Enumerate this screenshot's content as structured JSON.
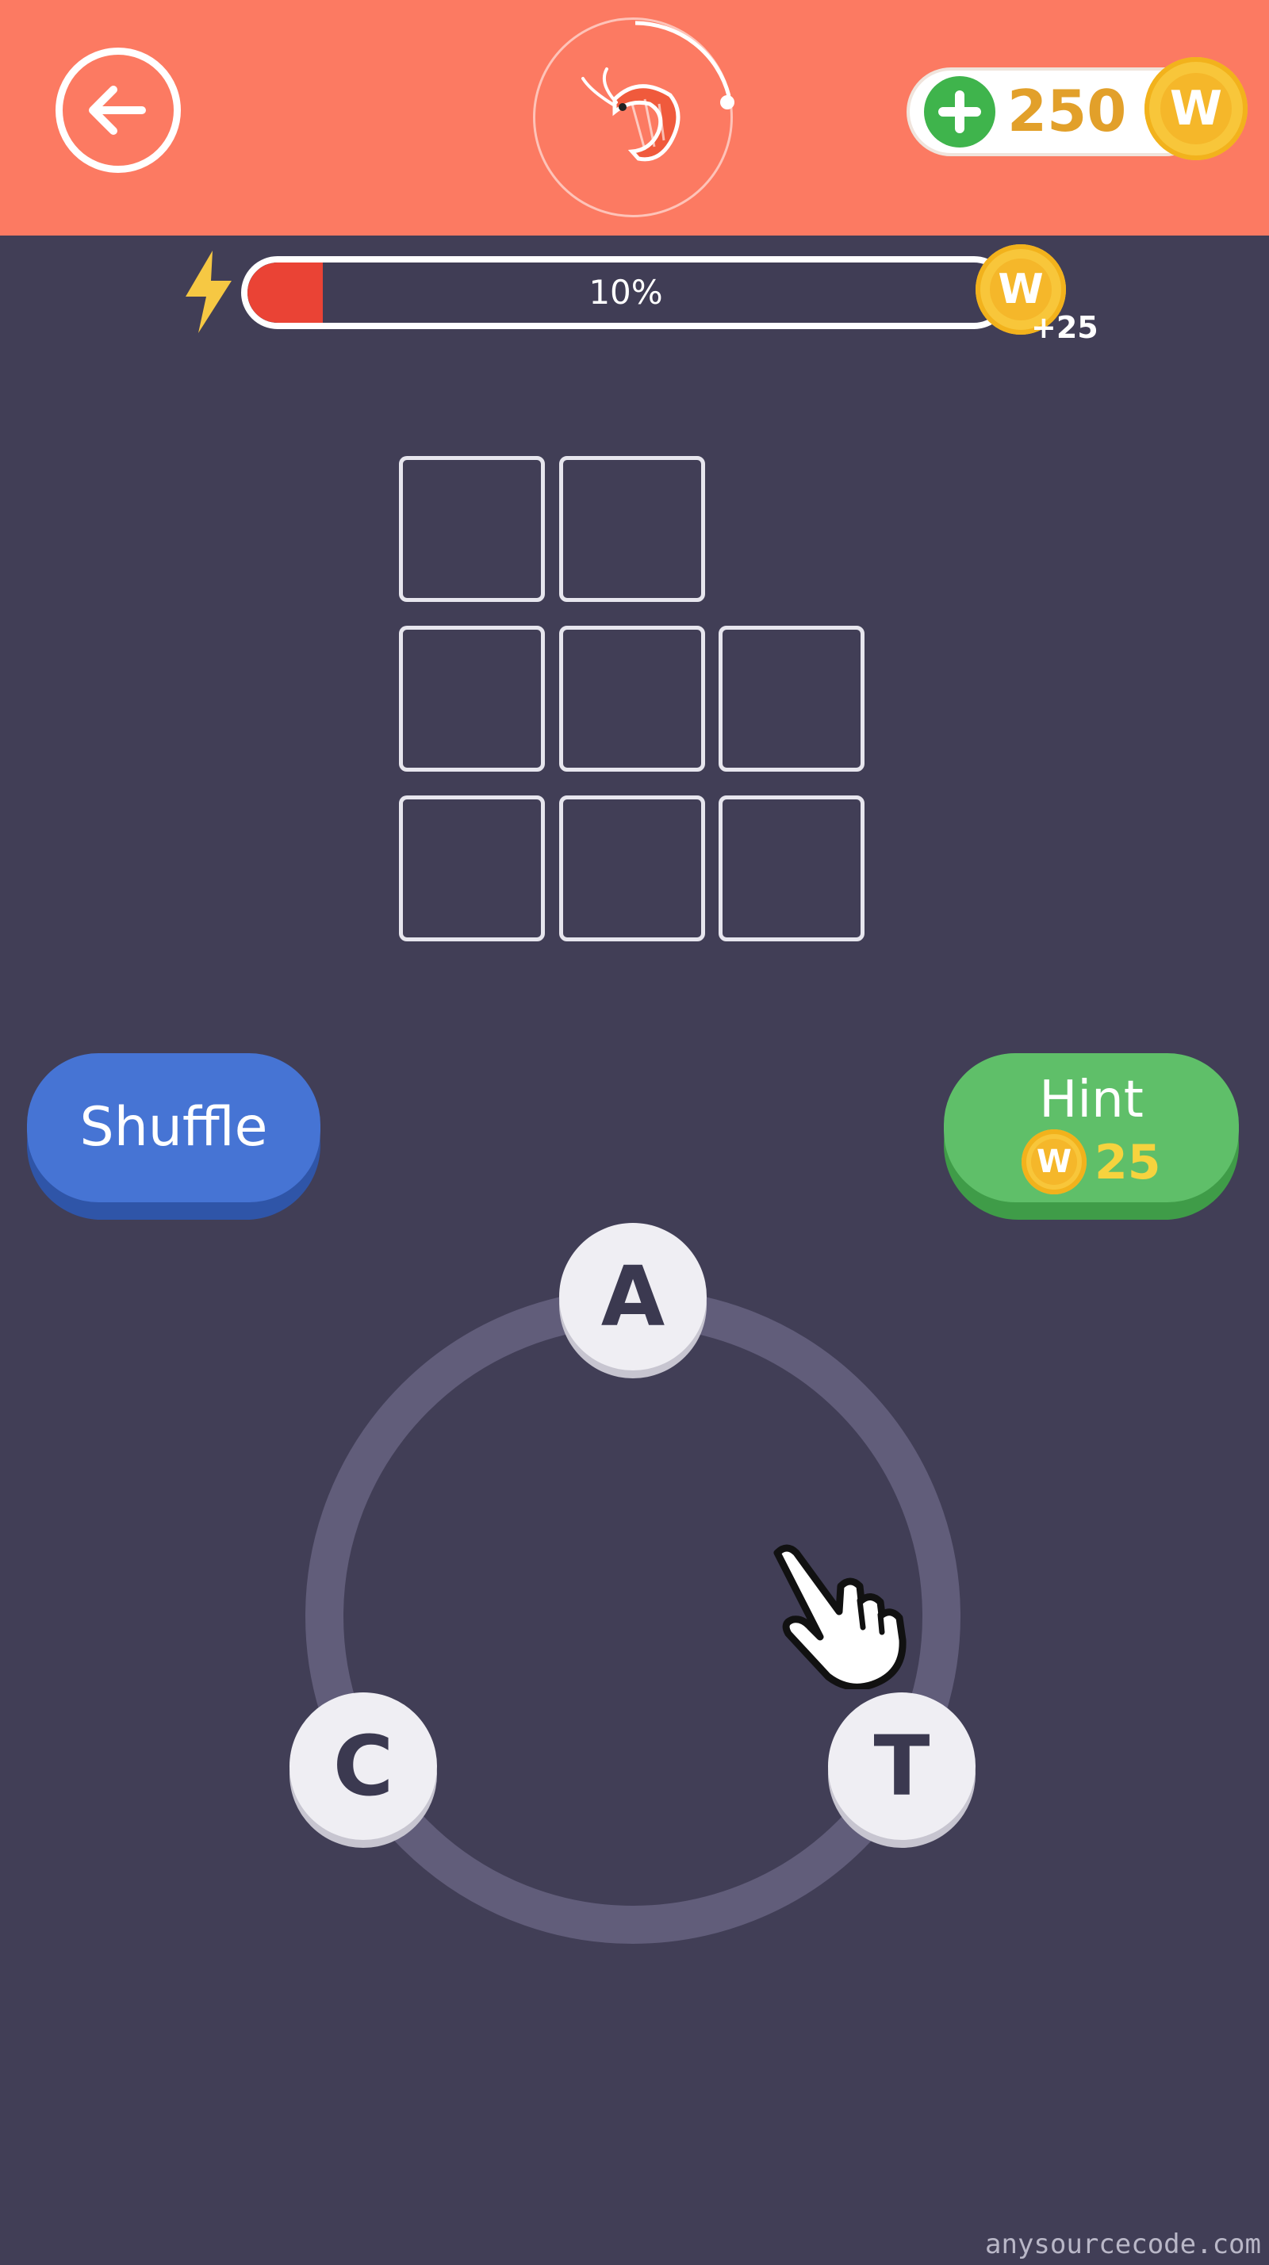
{
  "header": {
    "back_icon": "arrow-left-icon",
    "level_icon": "shrimp-icon",
    "coin_add_icon": "plus-icon",
    "coin_amount": "250",
    "coin_symbol": "W",
    "colors": {
      "header_bg": "#fc7a62",
      "page_bg": "#413e56"
    }
  },
  "progress": {
    "icon": "lightning-icon",
    "percent": 10,
    "label": "10%",
    "reward_coin_symbol": "W",
    "reward_label": "+25",
    "fill_color": "#ea4335"
  },
  "grid": {
    "rows": [
      {
        "cells": 2
      },
      {
        "cells": 3
      },
      {
        "cells": 3
      }
    ]
  },
  "controls": {
    "shuffle_label": "Shuffle",
    "hint_label": "Hint",
    "hint_coin_symbol": "W",
    "hint_cost": "25"
  },
  "wheel": {
    "letters": [
      "A",
      "C",
      "T"
    ],
    "pointer_icon": "tap-hand-icon"
  },
  "watermark": "anysourcecode.com"
}
